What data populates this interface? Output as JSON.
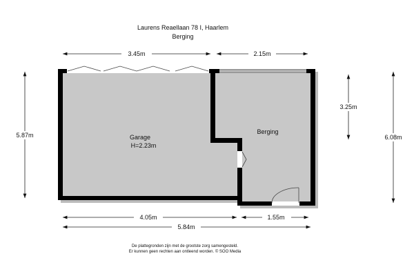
{
  "header": {
    "address": "Laurens Reaellaan 78 I, Haarlem",
    "floor": "Berging"
  },
  "rooms": [
    {
      "name": "Garage",
      "height": "H=2.23m"
    },
    {
      "name": "Berging"
    }
  ],
  "dimensions": {
    "top_garage": "3.45m",
    "top_berging": "2.15m",
    "left": "5.87m",
    "right_inner": "3.25m",
    "right_outer": "6.08m",
    "bottom_garage": "4.05m",
    "bottom_berging": "1.55m",
    "bottom_total": "5.84m"
  },
  "footer": {
    "line1": "De plattegronden zijn met de grootste zorg samengesteld.",
    "line2": "Er kunnen geen rechten aan ontleend worden. © SOO Media"
  },
  "colors": {
    "floor": "#c8c8c8",
    "wall": "#000000"
  }
}
